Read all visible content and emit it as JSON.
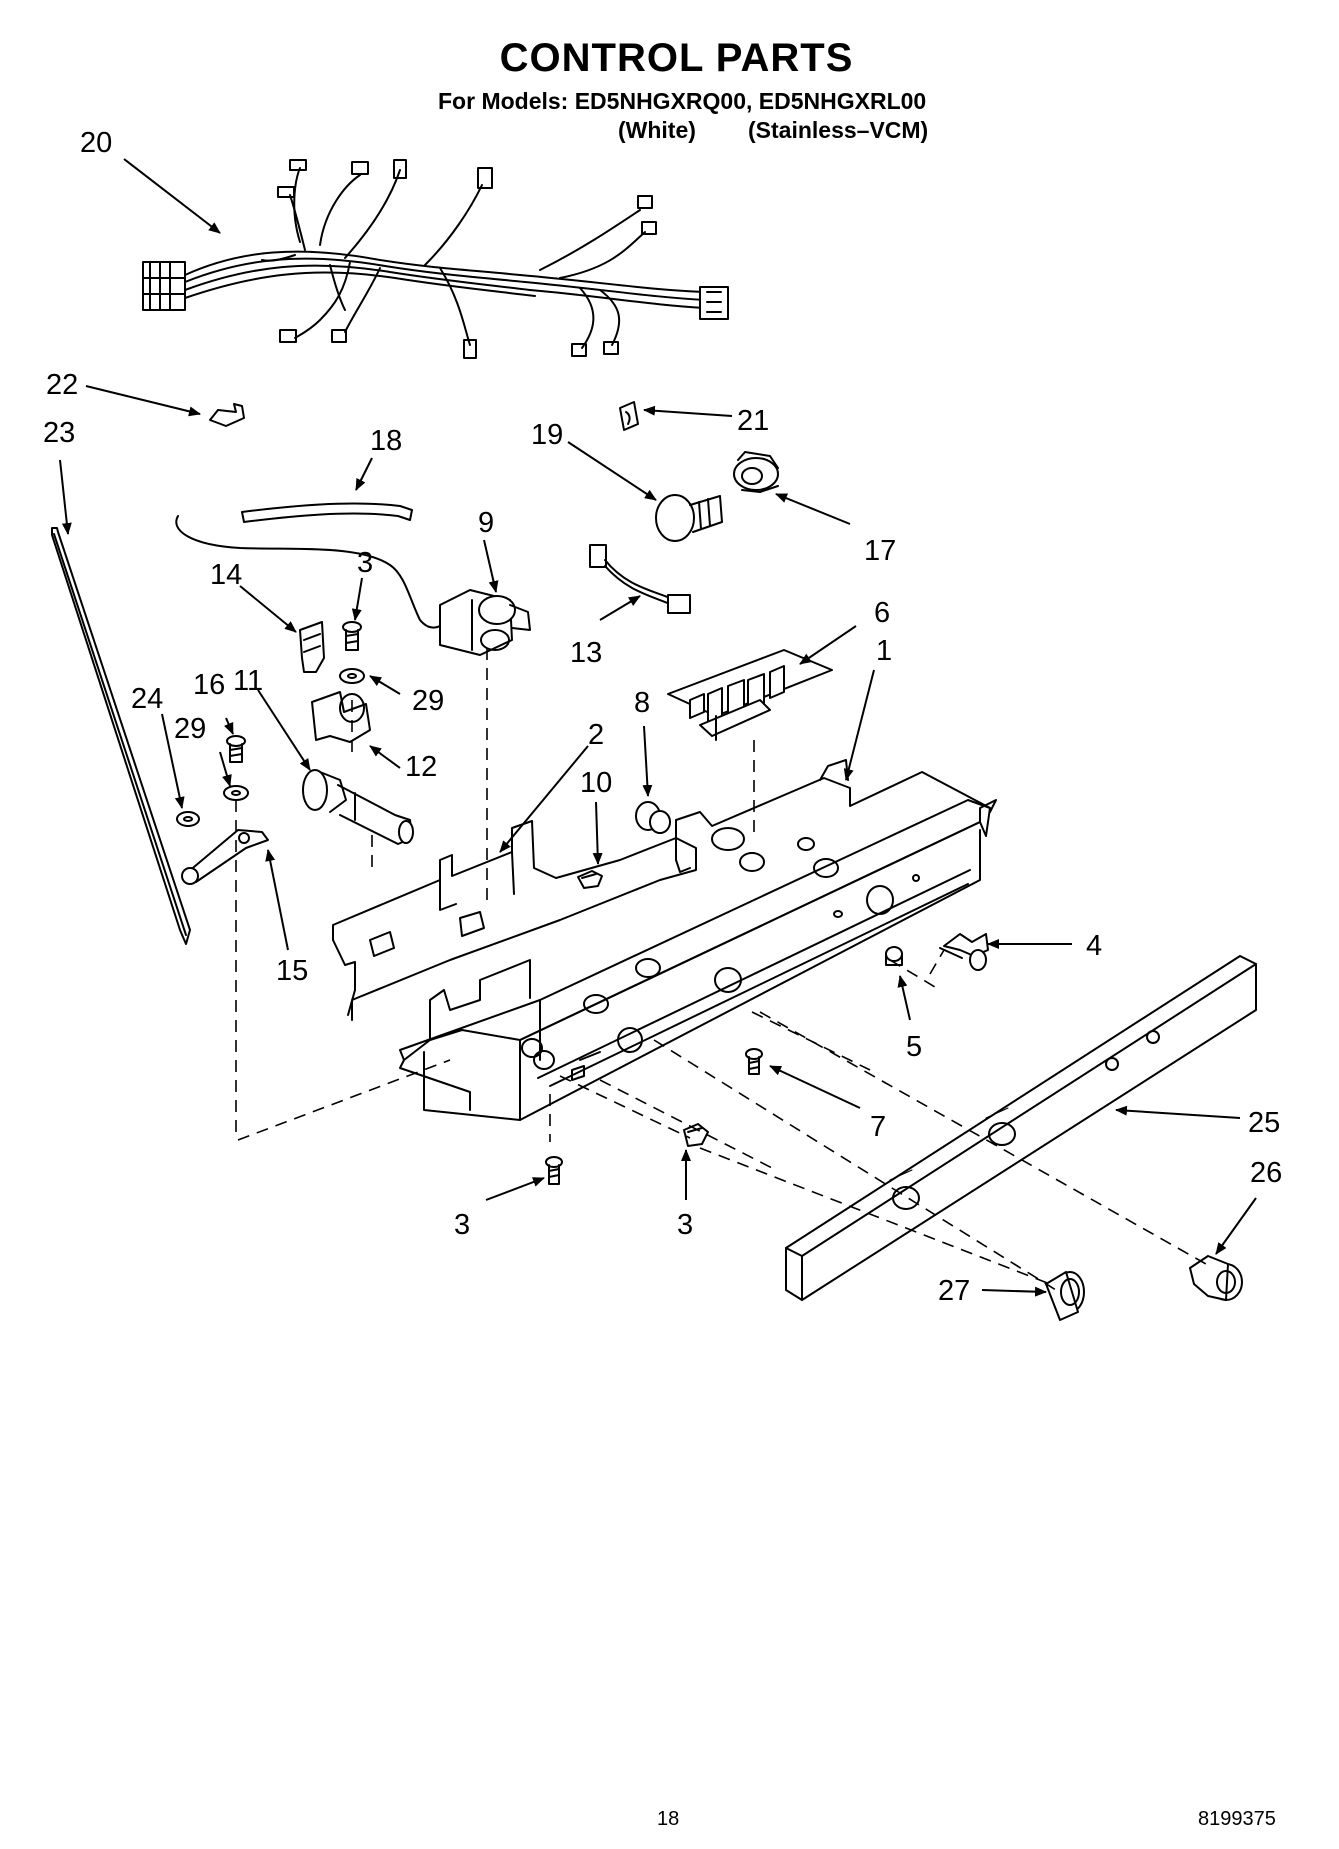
{
  "header": {
    "title": "CONTROL PARTS",
    "models_line": "For Models: ED5NHGXRQ00, ED5NHGXRL00",
    "variant_white": "(White)",
    "variant_stainless": "(Stainless–VCM)"
  },
  "footer": {
    "page_number": "18",
    "document_number": "8199375"
  },
  "callouts": [
    {
      "id": "c20",
      "text": "20"
    },
    {
      "id": "c22",
      "text": "22"
    },
    {
      "id": "c23",
      "text": "23"
    },
    {
      "id": "c21",
      "text": "21"
    },
    {
      "id": "c19",
      "text": "19"
    },
    {
      "id": "c18",
      "text": "18"
    },
    {
      "id": "c17",
      "text": "17"
    },
    {
      "id": "c9",
      "text": "9"
    },
    {
      "id": "c3a",
      "text": "3"
    },
    {
      "id": "c14",
      "text": "14"
    },
    {
      "id": "c13",
      "text": "13"
    },
    {
      "id": "c6",
      "text": "6"
    },
    {
      "id": "c1",
      "text": "1"
    },
    {
      "id": "c16",
      "text": "16"
    },
    {
      "id": "c11",
      "text": "11"
    },
    {
      "id": "c29a",
      "text": "29"
    },
    {
      "id": "c24",
      "text": "24"
    },
    {
      "id": "c29b",
      "text": "29"
    },
    {
      "id": "c8",
      "text": "8"
    },
    {
      "id": "c2",
      "text": "2"
    },
    {
      "id": "c12",
      "text": "12"
    },
    {
      "id": "c10",
      "text": "10"
    },
    {
      "id": "c15",
      "text": "15"
    },
    {
      "id": "c4",
      "text": "4"
    },
    {
      "id": "c5",
      "text": "5"
    },
    {
      "id": "c7",
      "text": "7"
    },
    {
      "id": "c25",
      "text": "25"
    },
    {
      "id": "c26",
      "text": "26"
    },
    {
      "id": "c3b",
      "text": "3"
    },
    {
      "id": "c3c",
      "text": "3"
    },
    {
      "id": "c27",
      "text": "27"
    }
  ]
}
